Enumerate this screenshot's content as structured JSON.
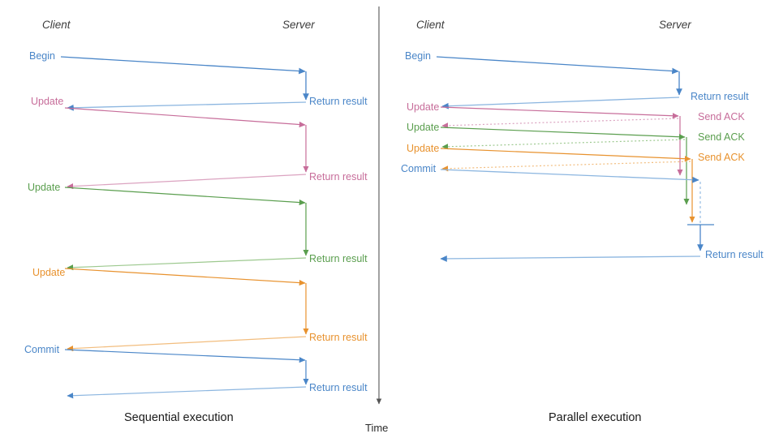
{
  "figure": {
    "title": "Sequential vs parallel transaction execution sequence diagram",
    "time_axis_label": "Time",
    "background": "#ffffff"
  },
  "colors": {
    "blue": "#4a86c8",
    "blue_light": "#8cb6e0",
    "pink": "#c76d9a",
    "pink_light": "#dba3c0",
    "green": "#5a9e4e",
    "green_light": "#9dc98f",
    "orange": "#e8922e",
    "orange_light": "#f2bd7e",
    "axis": "#555555",
    "text": "#1a1a1a",
    "actor_text": "#3c3c3c"
  },
  "panels": [
    {
      "id": "sequential",
      "caption": "Sequential execution",
      "actors": {
        "client": "Client",
        "server": "Server"
      },
      "client_labels": [
        {
          "text": "Begin",
          "color": "blue"
        },
        {
          "text": "Update",
          "color": "pink"
        },
        {
          "text": "Update",
          "color": "green"
        },
        {
          "text": "Update",
          "color": "orange"
        },
        {
          "text": "Commit",
          "color": "blue"
        }
      ],
      "server_labels": [
        {
          "text": "Return result",
          "color": "blue"
        },
        {
          "text": "Return result",
          "color": "pink"
        },
        {
          "text": "Return result",
          "color": "green"
        },
        {
          "text": "Return result",
          "color": "orange"
        },
        {
          "text": "Return result",
          "color": "blue"
        }
      ]
    },
    {
      "id": "parallel",
      "caption": "Parallel execution",
      "actors": {
        "client": "Client",
        "server": "Server"
      },
      "client_labels": [
        {
          "text": "Begin",
          "color": "blue"
        },
        {
          "text": "Update",
          "color": "pink"
        },
        {
          "text": "Update",
          "color": "green"
        },
        {
          "text": "Update",
          "color": "orange"
        },
        {
          "text": "Commit",
          "color": "blue"
        }
      ],
      "server_labels": [
        {
          "text": "Return result",
          "color": "blue"
        },
        {
          "text": "Send ACK",
          "color": "pink"
        },
        {
          "text": "Send ACK",
          "color": "green"
        },
        {
          "text": "Send ACK",
          "color": "orange"
        },
        {
          "text": "Return result",
          "color": "blue"
        }
      ]
    }
  ],
  "chart_data": {
    "type": "diagram",
    "subtype": "sequence-diagram",
    "description": "Two side-by-side client/server sequence diagrams comparing sequential and parallel transaction execution, separated by a vertical downward Time axis.",
    "sequential_messages": [
      {
        "from": "client",
        "to": "server",
        "label": "Begin",
        "color": "blue",
        "style": "solid"
      },
      {
        "from": "server",
        "to": "server",
        "label": "",
        "color": "blue",
        "style": "processing"
      },
      {
        "from": "server",
        "to": "client",
        "label": "Return result",
        "color": "blue",
        "style": "solid"
      },
      {
        "from": "client",
        "to": "server",
        "label": "Update",
        "color": "pink",
        "style": "solid"
      },
      {
        "from": "server",
        "to": "server",
        "label": "",
        "color": "pink",
        "style": "processing"
      },
      {
        "from": "server",
        "to": "client",
        "label": "Return result",
        "color": "pink",
        "style": "solid"
      },
      {
        "from": "client",
        "to": "server",
        "label": "Update",
        "color": "green",
        "style": "solid"
      },
      {
        "from": "server",
        "to": "server",
        "label": "",
        "color": "green",
        "style": "processing"
      },
      {
        "from": "server",
        "to": "client",
        "label": "Return result",
        "color": "green",
        "style": "solid"
      },
      {
        "from": "client",
        "to": "server",
        "label": "Update",
        "color": "orange",
        "style": "solid"
      },
      {
        "from": "server",
        "to": "server",
        "label": "",
        "color": "orange",
        "style": "processing"
      },
      {
        "from": "server",
        "to": "client",
        "label": "Return result",
        "color": "orange",
        "style": "solid"
      },
      {
        "from": "client",
        "to": "server",
        "label": "Commit",
        "color": "blue",
        "style": "solid"
      },
      {
        "from": "server",
        "to": "server",
        "label": "",
        "color": "blue",
        "style": "processing"
      },
      {
        "from": "server",
        "to": "client",
        "label": "Return result",
        "color": "blue",
        "style": "solid"
      }
    ],
    "parallel_messages": [
      {
        "from": "client",
        "to": "server",
        "label": "Begin",
        "color": "blue",
        "style": "solid"
      },
      {
        "from": "server",
        "to": "server",
        "label": "",
        "color": "blue",
        "style": "processing"
      },
      {
        "from": "server",
        "to": "client",
        "label": "Return result",
        "color": "blue",
        "style": "solid"
      },
      {
        "from": "client",
        "to": "server",
        "label": "Update",
        "color": "pink",
        "style": "solid"
      },
      {
        "from": "server",
        "to": "client",
        "label": "Send ACK",
        "color": "pink",
        "style": "dotted"
      },
      {
        "from": "client",
        "to": "server",
        "label": "Update",
        "color": "green",
        "style": "solid"
      },
      {
        "from": "server",
        "to": "client",
        "label": "Send ACK",
        "color": "green",
        "style": "dotted"
      },
      {
        "from": "client",
        "to": "server",
        "label": "Update",
        "color": "orange",
        "style": "solid"
      },
      {
        "from": "server",
        "to": "client",
        "label": "Send ACK",
        "color": "orange",
        "style": "dotted"
      },
      {
        "from": "client",
        "to": "server",
        "label": "Commit",
        "color": "blue",
        "style": "solid"
      },
      {
        "from": "server",
        "to": "server",
        "label": "",
        "color": "blue",
        "style": "processing-dashed"
      },
      {
        "from": "server",
        "to": "client",
        "label": "Return result",
        "color": "blue",
        "style": "solid"
      }
    ],
    "note": "In parallel execution the three Update calls are pipelined: the server ACKs immediately (dotted) while background work continues on concurrent vertical lifelines, all joining before the final Commit return."
  }
}
